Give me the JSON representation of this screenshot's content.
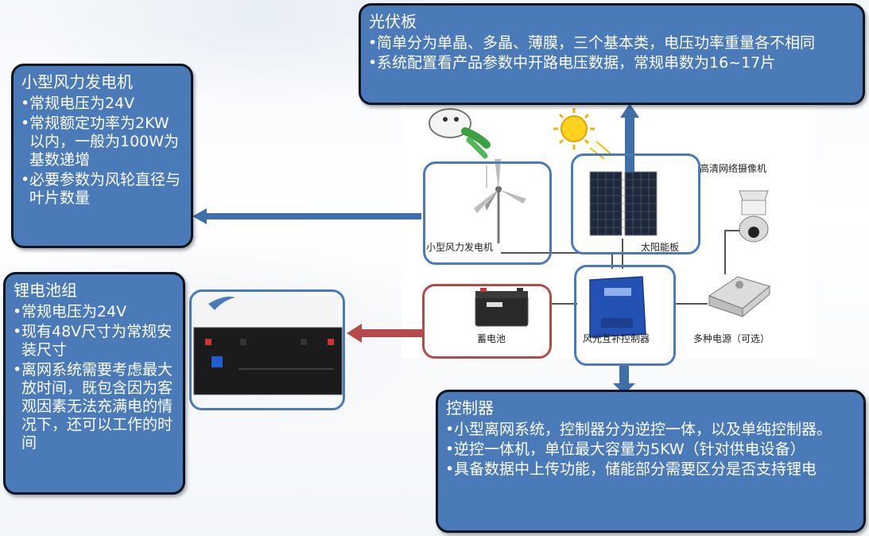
{
  "watermark": "",
  "callouts": {
    "pv": {
      "title": "光伏板",
      "items": [
        "简单分为单晶、多晶、薄膜，三个基本类，电压功率重量各不相同",
        "系统配置看产品参数中开路电压数据，常规串数为16~17片"
      ]
    },
    "wind": {
      "title": "小型风力发电机",
      "items": [
        "常规电压为24V",
        "常规额定功率为2KW以内，一般为100W为基数递增",
        "必要参数为风轮直径与叶片数量"
      ]
    },
    "battery": {
      "title": "锂电池组",
      "items": [
        "常规电压为24V",
        "现有48V尺寸为常规安装尺寸",
        "离网系统需要考虑最大放时间，既包含因为客观因素无法充满电的情况下，还可以工作的时间"
      ]
    },
    "controller": {
      "title": "控制器",
      "items": [
        "小型离网系统，控制器分为逆控一体，以及单纯控制器。",
        "逆控一体机，单位最大容量为5KW（针对供电设备）",
        "具备数据中上传功能，储能部分需要区分是否支持锂电"
      ]
    }
  },
  "diagram_labels": {
    "wind_turbine": "小型风力发电机",
    "solar_panel": "太阳能板",
    "camera": "高清网络摄像机",
    "battery": "蓄电池",
    "controller": "风光互补控制器",
    "power_supply": "多种电源（可选）"
  },
  "colors": {
    "callout_fill": "#4a7ab8",
    "frame_blue": "#4a7ab8",
    "frame_red": "#b44a4a",
    "arrow_blue": "#3f6fa8",
    "arrow_red": "#b44a4a"
  }
}
